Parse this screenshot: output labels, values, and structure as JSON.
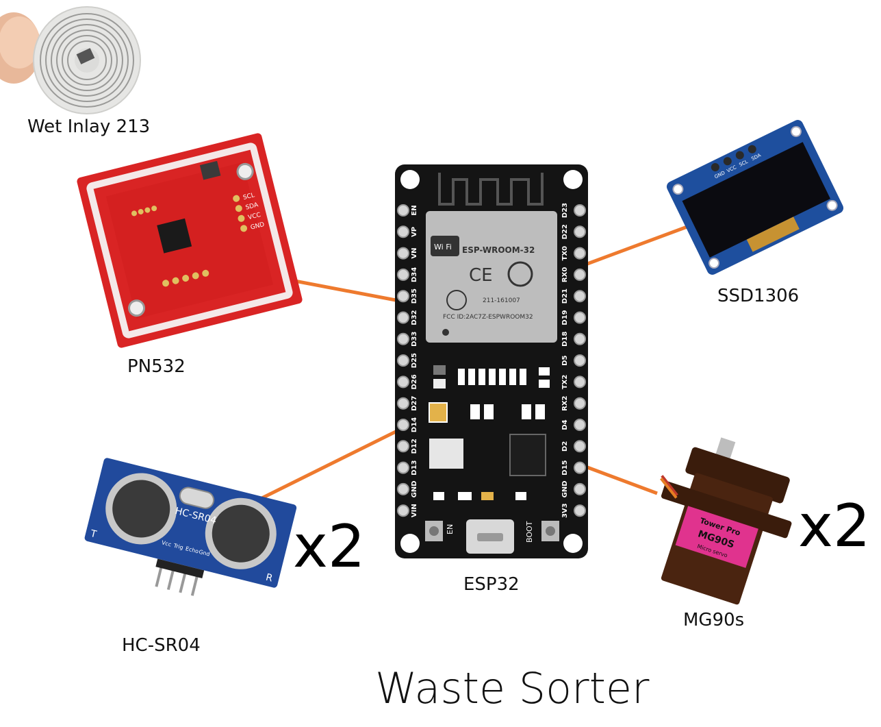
{
  "title": "Waste Sorter",
  "components": {
    "esp32": {
      "label": "ESP32",
      "module_name": "ESP-WROOM-32",
      "wifi_mark": "Wi Fi",
      "ce_mark": "CE",
      "fcc_id": "FCC ID:2AC7Z-ESPWROOM32",
      "cert_number": "211-161007",
      "en_button": "EN",
      "boot_button": "BOOT",
      "left_pins": [
        "EN",
        "VP",
        "VN",
        "D34",
        "D35",
        "D32",
        "D33",
        "D25",
        "D26",
        "D27",
        "D14",
        "D12",
        "D13",
        "GND",
        "VIN"
      ],
      "right_pins": [
        "D23",
        "D22",
        "TX0",
        "RX0",
        "D21",
        "D19",
        "D18",
        "D5",
        "TX2",
        "RX2",
        "D4",
        "D2",
        "D15",
        "GND",
        "3V3"
      ]
    },
    "pn532": {
      "label": "PN532",
      "pins": [
        "SCL",
        "SDA",
        "VCC",
        "GND"
      ]
    },
    "ssd1306": {
      "label": "SSD1306",
      "pins": [
        "GND",
        "VCC",
        "SCL",
        "SDA"
      ]
    },
    "hcsr04": {
      "label": "HC-SR04",
      "board_text": "HC-SR04",
      "t_mark": "T",
      "r_mark": "R",
      "pins": [
        "Vcc",
        "Trig",
        "Echo",
        "Gnd"
      ],
      "multiplier": "x2"
    },
    "mg90s": {
      "label": "MG90s",
      "brand": "Tower Pro",
      "model": "MG90S",
      "sub": "Micro servo",
      "multiplier": "x2"
    },
    "wet_inlay": {
      "label": "Wet Inlay 213"
    }
  },
  "colors": {
    "wire": "#ee7a2e",
    "pn532_board": "#d92424",
    "ssd1306_board": "#1e4f9e",
    "hcsr04_board": "#214a9c",
    "mg90s_body": "#4a2410",
    "mg90s_label": "#e0338e",
    "esp32_board": "#141414"
  }
}
